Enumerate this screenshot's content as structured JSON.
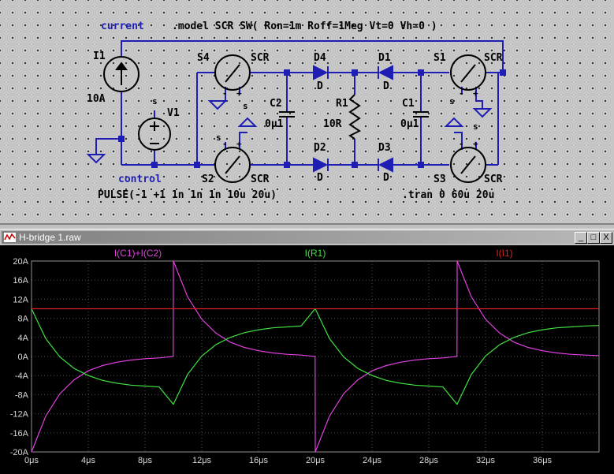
{
  "schematic": {
    "net_labels": {
      "current": "current",
      "control": "control"
    },
    "model_directive": ".model SCR SW( Ron=1m Roff=1Meg Vt=0 Vh=0 )",
    "pulse_directive": "PULSE(-1 +1 1n 1n 1n 10u 20u)",
    "tran_directive": ".tran 0 60u 20u",
    "components": {
      "I1": {
        "name": "I1",
        "value": "10A"
      },
      "V1": {
        "name": "V1"
      },
      "S4": {
        "name": "S4",
        "model": "SCR"
      },
      "S2": {
        "name": "S2",
        "model": "SCR"
      },
      "S1": {
        "name": "S1",
        "model": "SCR"
      },
      "S3": {
        "name": "S3",
        "model": "SCR"
      },
      "D4": {
        "name": "D4",
        "model": "D"
      },
      "D1": {
        "name": "D1",
        "model": "D"
      },
      "D2": {
        "name": "D2",
        "model": "D"
      },
      "D3": {
        "name": "D3",
        "model": "D"
      },
      "C2": {
        "name": "C2",
        "value": "0μ1"
      },
      "C1": {
        "name": "C1",
        "value": "0μ1"
      },
      "R1": {
        "name": "R1",
        "value": "10R"
      }
    },
    "pin_marks": {
      "plus": "+",
      "minus": "-",
      "s": "s"
    }
  },
  "plot_window": {
    "title": "H-bridge 1.raw",
    "buttons": {
      "minimize": "_",
      "maximize": "□",
      "close": "X"
    },
    "background": "#000000"
  },
  "chart_data": {
    "type": "line",
    "xlabel": "",
    "ylabel": "",
    "xlim": [
      0,
      40
    ],
    "ylim": [
      -20,
      20
    ],
    "x_unit": "μs",
    "y_unit": "A",
    "x_ticks": [
      "0μs",
      "4μs",
      "8μs",
      "12μs",
      "16μs",
      "20μs",
      "24μs",
      "28μs",
      "32μs",
      "36μs"
    ],
    "y_ticks": [
      "20A",
      "16A",
      "12A",
      "8A",
      "4A",
      "0A",
      "-4A",
      "-8A",
      "-12A",
      "-16A",
      "-20A"
    ],
    "grid": true,
    "series": [
      {
        "name": "I(C1)+I(C2)",
        "color": "#e040e0",
        "x": [
          0,
          1,
          2,
          3,
          4,
          5,
          6,
          7,
          8,
          9,
          9.99,
          10,
          11,
          12,
          13,
          14,
          15,
          16,
          17,
          18,
          19,
          19.99,
          20,
          21,
          22,
          23,
          24,
          25,
          26,
          27,
          28,
          29,
          29.99,
          30,
          31,
          32,
          33,
          34,
          35,
          36,
          37,
          38,
          39,
          40
        ],
        "y": [
          -20,
          -12.5,
          -7.8,
          -4.9,
          -3.0,
          -1.9,
          -1.2,
          -0.74,
          -0.46,
          -0.29,
          0,
          20,
          12.5,
          7.8,
          4.9,
          3.0,
          1.9,
          1.2,
          0.74,
          0.46,
          0.29,
          0,
          -20,
          -12.5,
          -7.8,
          -4.9,
          -3.0,
          -1.9,
          -1.2,
          -0.74,
          -0.46,
          -0.29,
          0,
          20,
          12.5,
          7.8,
          4.9,
          3.0,
          1.9,
          1.2,
          0.74,
          0.46,
          0.29,
          0.18
        ]
      },
      {
        "name": "I(R1)",
        "color": "#40e040",
        "x": [
          0,
          1,
          2,
          3,
          4,
          5,
          6,
          7,
          8,
          9,
          9.99,
          10,
          11,
          12,
          13,
          14,
          15,
          16,
          17,
          18,
          19,
          19.99,
          20,
          21,
          22,
          23,
          24,
          25,
          26,
          27,
          28,
          29,
          29.99,
          30,
          31,
          32,
          33,
          34,
          35,
          36,
          37,
          38,
          39,
          40
        ],
        "y": [
          10,
          3.75,
          -0.1,
          -2.5,
          -4.0,
          -5.0,
          -5.6,
          -6.0,
          -6.2,
          -6.4,
          -10,
          -10,
          -3.75,
          0.1,
          2.5,
          4.0,
          5.0,
          5.6,
          6.0,
          6.2,
          6.4,
          10,
          10,
          3.75,
          -0.1,
          -2.5,
          -4.0,
          -5.0,
          -5.6,
          -6.0,
          -6.2,
          -6.4,
          -10,
          -10,
          -3.75,
          0.1,
          2.5,
          4.0,
          5.0,
          5.6,
          6.0,
          6.2,
          6.4,
          6.5
        ]
      },
      {
        "name": "I(I1)",
        "color": "#e02020",
        "x": [
          0,
          40
        ],
        "y": [
          10,
          10
        ]
      }
    ]
  }
}
